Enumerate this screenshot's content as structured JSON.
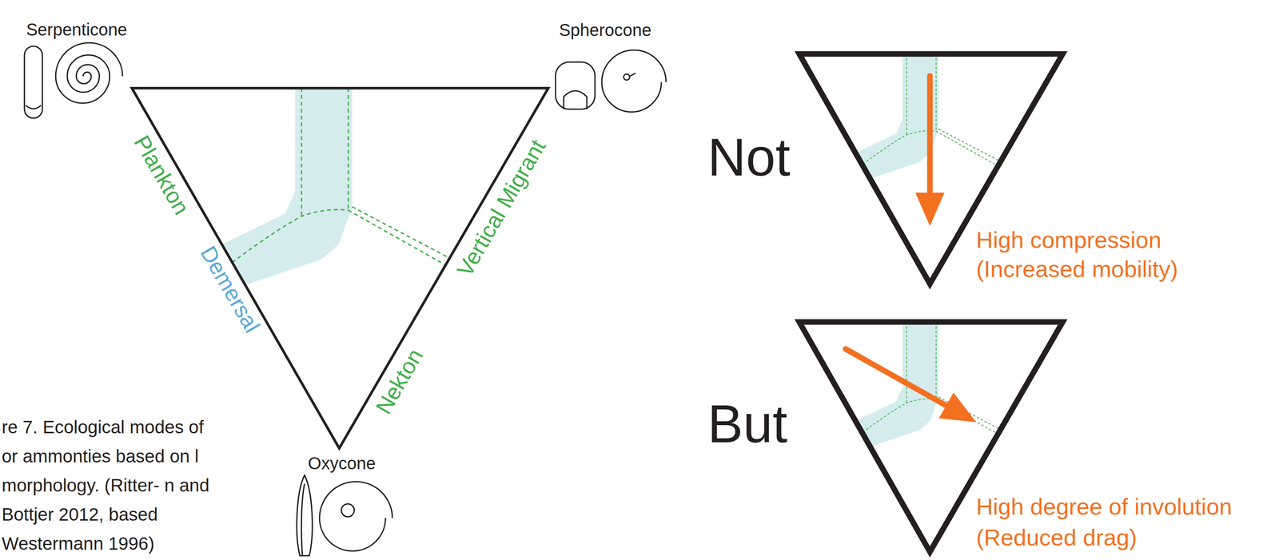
{
  "diagram": {
    "caption": "re 7. Ecological modes of or ammonties based on l morphology. (Ritter- n and Bottjer 2012, based Westermann 1996)",
    "labels": [
      "Serpenticone",
      "Spherocone",
      "Plankton",
      "Demersal",
      "Vertical Migrant",
      "Nekton",
      "Oxycone",
      "Not",
      "High compression",
      "(Increased mobility)",
      "But",
      "High degree of involution",
      "(Reduced drag)"
    ]
  }
}
